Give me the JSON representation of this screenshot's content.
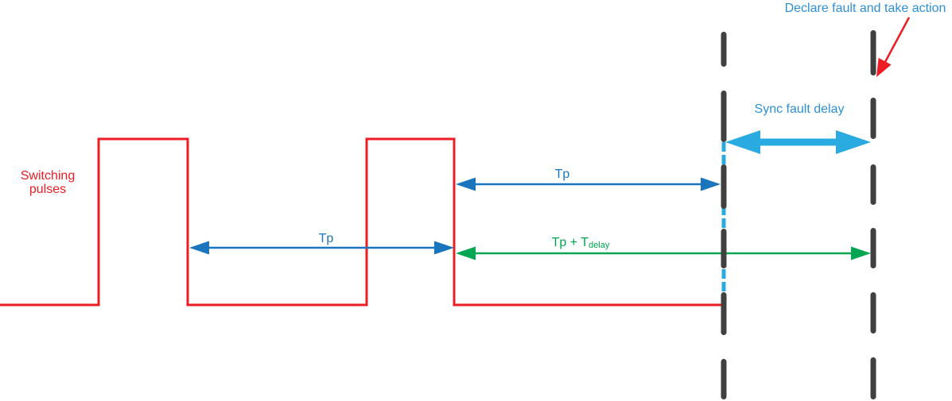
{
  "diagram": {
    "waveform_label": "Switching pulses",
    "annotations": {
      "tp_lower": "Tp",
      "tp_upper": "Tp",
      "tp_delay_main": "Tp + T",
      "tp_delay_sub": "delay",
      "sync_fault_delay": "Sync fault delay",
      "declare_fault": "Declare fault and take action"
    },
    "colors": {
      "pulse_red": "#ED1C24",
      "measure_blue": "#1B75BC",
      "callout_blue": "#2E8FD6",
      "sync_cyan": "#29ABE2",
      "delay_green": "#00A651",
      "expected_pulse_gray": "#404040"
    }
  }
}
